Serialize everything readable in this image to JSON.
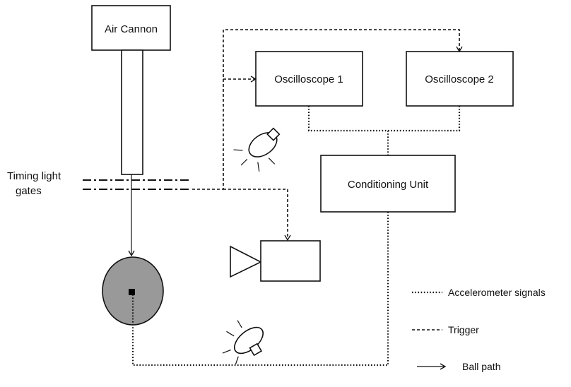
{
  "boxes": {
    "air_cannon": "Air Cannon",
    "oscilloscope_1": "Oscilloscope 1",
    "oscilloscope_2": "Oscilloscope 2",
    "conditioning_unit": "Conditioning Unit"
  },
  "labels": {
    "timing_line1": "Timing light",
    "timing_line2": "gates"
  },
  "legend": {
    "accelerometer": "Accelerometer signals",
    "trigger": "Trigger",
    "ball_path": "Ball path"
  },
  "colors": {
    "ball_fill": "#999999",
    "line": "#111111"
  }
}
